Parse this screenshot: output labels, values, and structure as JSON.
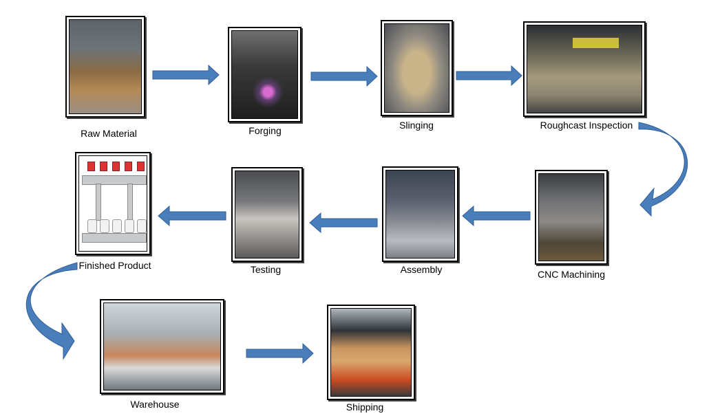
{
  "steps": {
    "raw_material": "Raw Material",
    "forging": "Forging",
    "slinging": "Slinging",
    "roughcast_inspection": "Roughcast Inspection",
    "cnc_machining": "CNC Machining",
    "assembly": "Assembly",
    "testing": "Testing",
    "finished_product": "Finished Product",
    "warehouse": "Warehouse",
    "shipping": "Shipping"
  },
  "colors": {
    "arrow_fill": "#4a7ebb",
    "arrow_stroke": "#2f5f99",
    "frame_border": "#000000"
  }
}
